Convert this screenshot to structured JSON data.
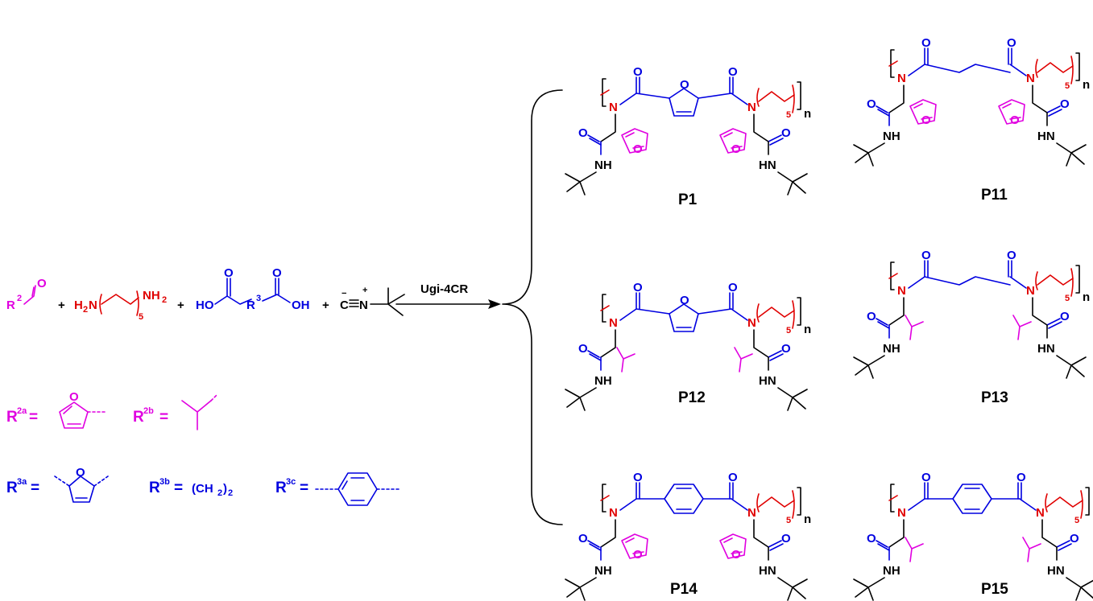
{
  "reaction": {
    "aldehyde_r": "R",
    "aldehyde_sup": "2",
    "aldehyde_o": "O",
    "plus": "+",
    "diamine_left": "H",
    "diamine_left_sub": "2",
    "diamine_left_n": "N",
    "diamine_right": "NH",
    "diamine_right_sub": "2",
    "diamine_repeat": "5",
    "acid_left": "HO",
    "acid_right": "OH",
    "acid_o": "O",
    "acid_r": "R",
    "acid_r_sup": "3",
    "isocyanide_c": "C",
    "isocyanide_n": "N",
    "isocyanide_minus": "−",
    "isocyanide_plus": "+",
    "arrow_label": "Ugi-4CR"
  },
  "definitions": {
    "r2a": "R",
    "r2a_sup": "2a",
    "r2b": "R",
    "r2b_sup": "2b",
    "r3a": "R",
    "r3a_sup": "3a",
    "r3b": "R",
    "r3b_sup": "3b",
    "r3b_value": "(CH",
    "r3b_value_sub": "2",
    "r3b_value_end": ")",
    "r3b_value_sub2": "2",
    "r3c": "R",
    "r3c_sup": "3c",
    "eq": "=",
    "furan_o": "O"
  },
  "products": [
    {
      "id": "P1"
    },
    {
      "id": "P11"
    },
    {
      "id": "P12"
    },
    {
      "id": "P13"
    },
    {
      "id": "P14"
    },
    {
      "id": "P15"
    }
  ],
  "atoms": {
    "N": "N",
    "O": "O",
    "NH": "NH",
    "HN": "HN",
    "n": "n",
    "five": "5"
  },
  "colors": {
    "blue": "#0000e0",
    "magenta": "#e000e0",
    "red": "#e00000",
    "black": "#000000"
  }
}
